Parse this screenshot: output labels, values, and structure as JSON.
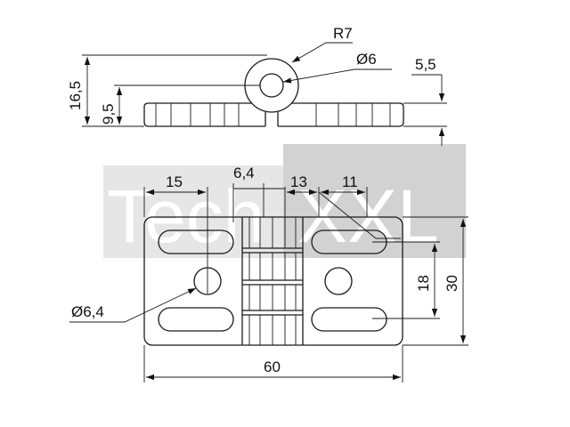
{
  "watermark": {
    "text_light": "Tech",
    "text_dark": "XXL",
    "color_light_block": "#e6e6e6",
    "color_dark_block": "#d2d2d2"
  },
  "dimensions": {
    "radius": "R7",
    "pin_diameter": "Ø6",
    "top_height": "16,5",
    "axis_height": "9,5",
    "leaf_thickness": "5,5",
    "hole_offset": "15",
    "knuckle_width": "6,4",
    "knuckle_to_slot": "13",
    "slot_length": "11",
    "hole_spacing": "18",
    "total_height": "30",
    "total_width": "60",
    "hole_diameter": "Ø6,4"
  }
}
